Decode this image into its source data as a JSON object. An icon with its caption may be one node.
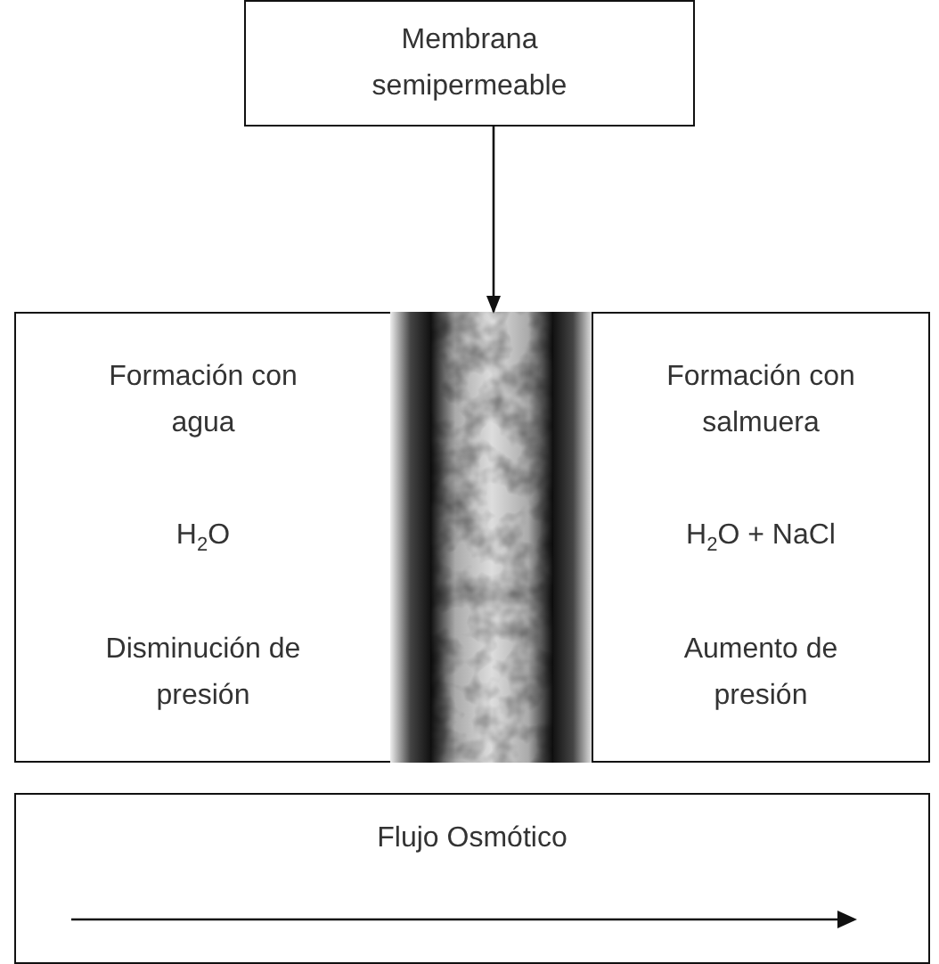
{
  "diagram": {
    "nodes": [
      {
        "text": [
          "Membrana semipermeable"
        ]
      },
      {
        "text": [
          "Formación con agua",
          "H$_{2}$O",
          "Disminución de presión"
        ]
      },
      {
        "text": [],
        "shape": "picture"
      },
      {
        "text": [
          "Formación con salmuera",
          "H$_{2}$O + NaCl",
          "Aumento de presión"
        ]
      },
      {
        "text": [
          "Flujo Osmótico"
        ]
      }
    ],
    "edges": [
      {
        "from": 0,
        "to": 2,
        "arrow": "to"
      }
    ]
  }
}
